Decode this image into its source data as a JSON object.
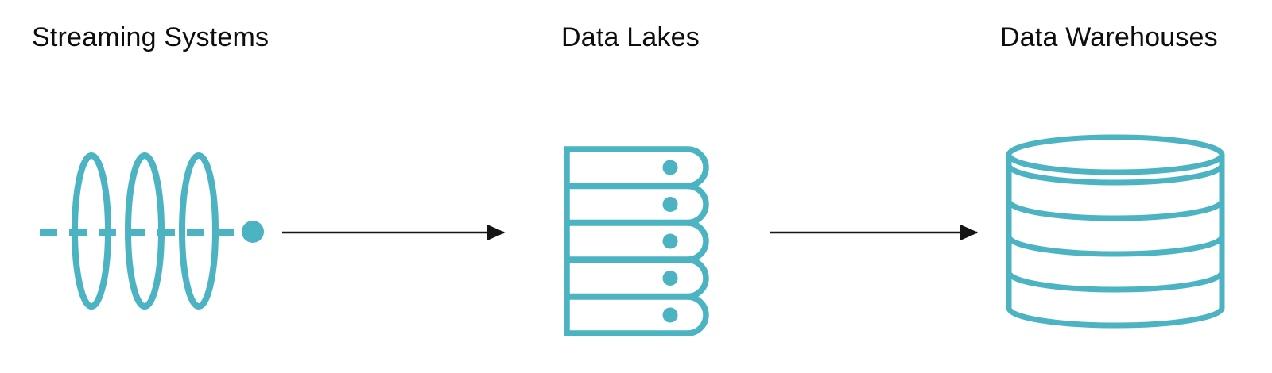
{
  "diagram": {
    "title_flow": "Streaming Systems to Data Lakes to Data Warehouses",
    "background_color": "#ffffff",
    "accent_color": "#4bb3c2",
    "arrow_color": "#151515",
    "text_color": "#0d0d0d",
    "stages": [
      {
        "id": "streaming",
        "label": "Streaming Systems",
        "icon": "streaming-pipeline-icon",
        "icon_description": "three tall narrow ellipses on a horizontal dashed line ending in a filled dot",
        "ellipse_count": 3,
        "dot_count": 1
      },
      {
        "id": "lakes",
        "label": "Data Lakes",
        "icon": "server-stack-icon",
        "icon_description": "stack of five server rack units, flat left edge, rounded right edge, each with an indicator dot",
        "rack_count": 5,
        "indicator_dots": 5
      },
      {
        "id": "warehouse",
        "label": "Data Warehouses",
        "icon": "database-cylinder-icon",
        "icon_description": "database cylinder with five stacked bands",
        "band_count": 5
      }
    ],
    "connectors": [
      {
        "id": "arrow-streaming-to-lakes",
        "from": "streaming",
        "to": "lakes",
        "style": "solid-arrow",
        "direction": "right"
      },
      {
        "id": "arrow-lakes-to-warehouse",
        "from": "lakes",
        "to": "warehouse",
        "style": "solid-arrow",
        "direction": "right"
      }
    ]
  }
}
